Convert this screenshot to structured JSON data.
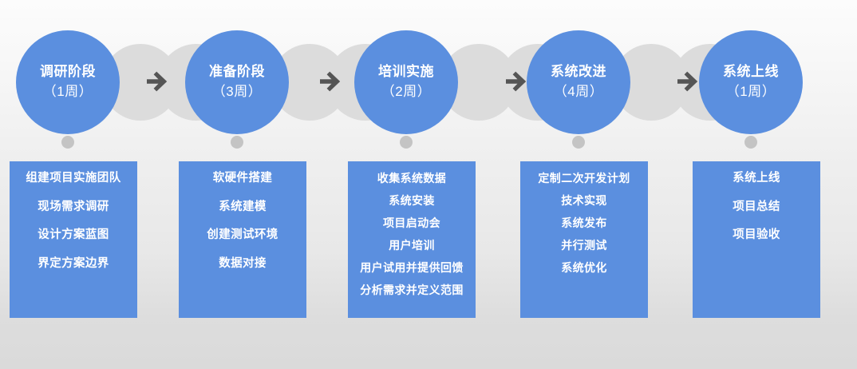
{
  "diagram": {
    "type": "phase-roadmap",
    "orientation": "horizontal",
    "phase_count": 5,
    "colors": {
      "accent_blue": "#5b8fdf",
      "ghost_gray": "#dcdcdc",
      "connector_gray": "#c4c4c4",
      "arrow_gray": "#555555",
      "text_on_accent": "#ffffff"
    }
  },
  "phases": [
    {
      "id": "phase-1",
      "circle": {
        "title": "调研阶段",
        "duration": "（1周）"
      },
      "arrow_after": "arrow-right-icon",
      "tasks": [
        "组建项目实施团队",
        "现场需求调研",
        "设计方案蓝图",
        "界定方案边界"
      ]
    },
    {
      "id": "phase-2",
      "circle": {
        "title": "准备阶段",
        "duration": "（3周）"
      },
      "arrow_after": "arrow-right-icon",
      "tasks": [
        "软硬件搭建",
        "系统建模",
        "创建测试环境",
        "数据对接"
      ]
    },
    {
      "id": "phase-3",
      "circle": {
        "title": "培训实施",
        "duration": "（2周）"
      },
      "arrow_after": "arrow-right-icon",
      "tasks": [
        "收集系统数据",
        "系统安装",
        "项目启动会",
        "用户培训",
        "用户试用并提供回馈",
        "分析需求并定义范围"
      ]
    },
    {
      "id": "phase-4",
      "circle": {
        "title": "系统改进",
        "duration": "（4周）"
      },
      "arrow_after": "arrow-right-icon",
      "tasks": [
        "定制二次开发计划",
        "技术实现",
        "系统发布",
        "并行测试",
        "系统优化"
      ]
    },
    {
      "id": "phase-5",
      "circle": {
        "title": "系统上线",
        "duration": "（1周）"
      },
      "arrow_after": null,
      "tasks": [
        "系统上线",
        "项目总结",
        "项目验收"
      ]
    }
  ]
}
